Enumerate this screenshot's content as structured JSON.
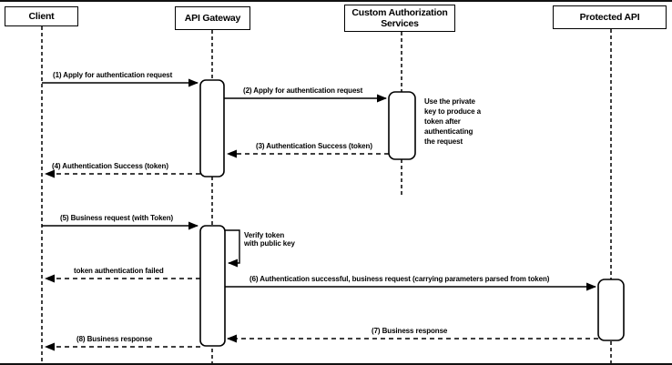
{
  "diagram": {
    "type": "sequence-diagram",
    "participants": {
      "client": "Client",
      "api_gateway": "API Gateway",
      "custom_auth": "Custom Authorization Services",
      "protected_api": "Protected API"
    },
    "messages": {
      "m1": "(1) Apply for authentication request",
      "m2": "(2) Apply for authentication request",
      "m3": "(3) Authentication Success (token)",
      "m4": "(4) Authentication Success (token)",
      "m5": "(5) Business request (with Token)",
      "self_line1": "Verify token",
      "self_line2": "with public key",
      "fail": "token authentication failed",
      "m6": "(6) Authentication successful, business request (carrying parameters parsed from token)",
      "m7": "(7) Business response",
      "m8": "(8) Business response"
    },
    "note": {
      "line1": "Use the private",
      "line2": "key to produce a",
      "line3": "token after",
      "line4": "authenticating",
      "line5": "the request"
    },
    "colors": {
      "stroke": "#000000",
      "background": "#ffffff"
    }
  }
}
